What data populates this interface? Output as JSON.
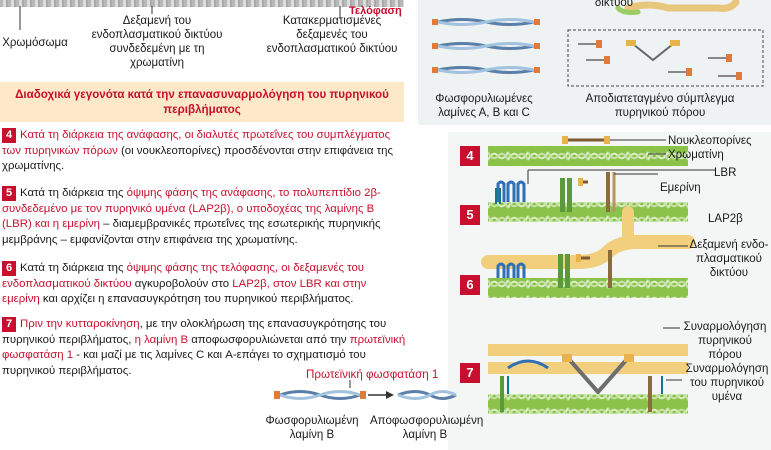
{
  "top_left": {
    "stage": "Τελόφαση",
    "labels": [
      "Χρωμόσωμα",
      "Δεξαμενή του ενδοπλασματικού δικτύου συνδεδεμένη με τη χρωματίνη",
      "Κατακερματισμένες δεξαμενές του ενδοπλασματικού δικτύου"
    ]
  },
  "top_right": {
    "er_label_fragment": "δικτύου",
    "lamins_label": "Φωσφορυλιωμένες λαμίνες Α, Β και C",
    "pore_label": "Αποδιατεταγμένο σύμπλεγμα πυρηνικού πόρου"
  },
  "banner": "Διαδοχικά γεγονότα κατά την επανασυναρμολόγηση του πυρηνικού περιβλήματος",
  "steps": [
    {
      "num": "4",
      "red": "Κατά τη διάρκεια της  ανάφασης, οι διαλυτές πρωτεΐνες του συμπλέγματος των πυρηνικών πόρων",
      "black": " (οι νουκλεοπορίνες) προσδένονται στην επιφάνεια της χρωματίνης."
    },
    {
      "num": "5",
      "pre": "Κατά τη  διάρκεια της ",
      "red": "όψιμης φάσης της ανάφασης, το πολυπεπτίδιο 2β-συνδεδεμένο με τον πυρηνικό υμένα (LAP2β), ο υποδοχέας της λαμίνης Β (LBR) και η εμερίνη",
      "black": " – διαμεμβρανικές πρωτεΐνες της εσωτερικής πυρηνικής μεμβράνης – εμφανίζονται στην επιφάνεια της χρωματίνης."
    },
    {
      "num": "6",
      "pre": "Κατά τη διάρκεια της ",
      "red": "όψιμης φάσης της τελόφασης, οι δεξαμενές του ενδοπλασματικού δικτύου",
      "mid": " αγκυροβολούν στο ",
      "red2": "LAP2β, στον LBR και στην εμερίνη",
      "black": " και αρχίζει η επανασυγκρότηση του πυρηνικού περιβλήματος."
    },
    {
      "num": "7",
      "red": "Πριν την κυτταροκίνηση",
      "mid": ", με την ολοκλήρωση της επανασυγκρότησης του πυρηνικού περιβλήματος, ",
      "red2": "η λαμίνη Β",
      "mid2": " αποφωσφορυλιώνεται από την ",
      "red3": "πρωτεϊνική φωσφατάση 1",
      "black": " - και μαζί με τις λαμίνες C και A-επάγει το σχηματισμό του πυρηνικού περιβλήματος."
    }
  ],
  "right_labels": {
    "nucleoporins": "Νουκλεοπορίνες",
    "chromatin": "Χρωματίνη",
    "lbr": "LBR",
    "emerin": "Εμερίνη",
    "lap2b": "LAP2β",
    "er_cistern": "Δεξαμενή ενδο-πλασματικού δικτύου",
    "pore_assembly": "Συναρμολόγηση πυρηνικού πόρου",
    "envelope_assembly": "Συναρμολόγηση του πυρηνικού υμένα"
  },
  "side_nums": [
    "4",
    "5",
    "6",
    "7"
  ],
  "phosphatase": {
    "enzyme": "Πρωτεϊνική φωσφατάση 1",
    "left": "Φωσφορυλιωμένη λαμίνη Β",
    "right": "Αποφωσφορυλιωμένη λαμίνη Β"
  }
}
